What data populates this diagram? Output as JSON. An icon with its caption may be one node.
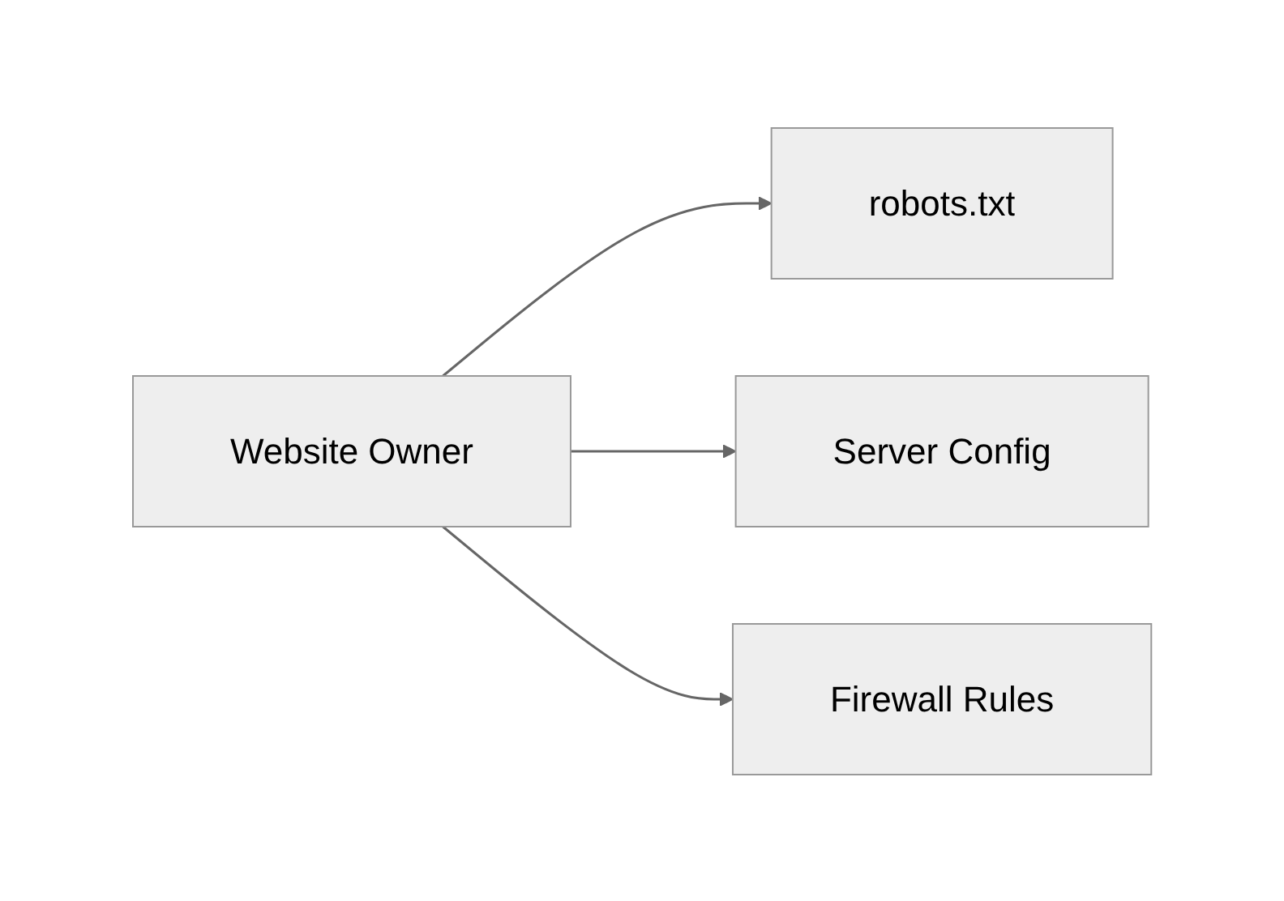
{
  "diagram": {
    "nodes": [
      {
        "text": [
          "Website Owner"
        ]
      },
      {
        "text": [
          "robots.txt"
        ]
      },
      {
        "text": [
          "Server Config"
        ]
      },
      {
        "text": [
          "Firewall Rules"
        ]
      }
    ],
    "edges": [
      {
        "from": 0,
        "to": 1,
        "arrow": "to"
      },
      {
        "from": 0,
        "to": 2,
        "arrow": "to"
      },
      {
        "from": 0,
        "to": 3,
        "arrow": "to"
      }
    ]
  }
}
